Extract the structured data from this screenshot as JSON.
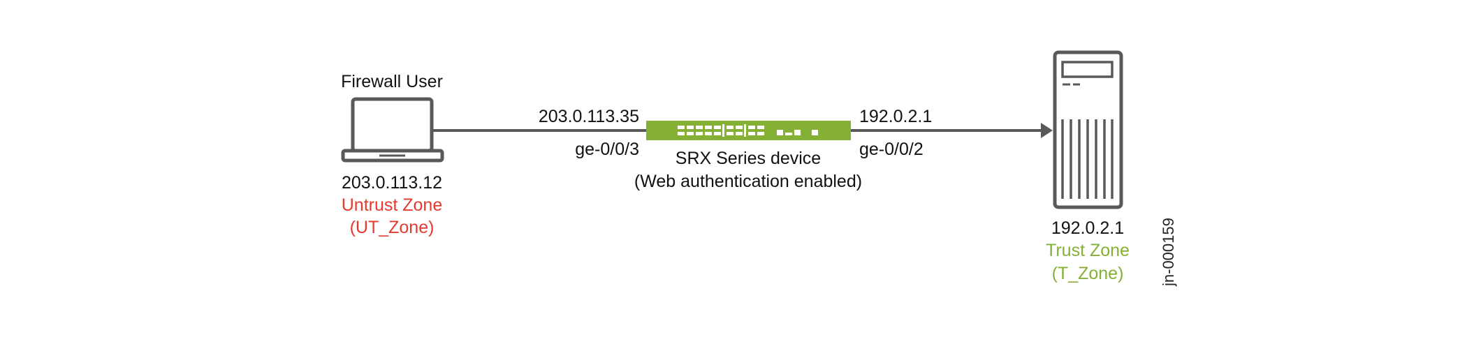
{
  "user": {
    "title": "Firewall User",
    "ip": "203.0.113.12",
    "zone": "Untrust Zone",
    "zone_id": "(UT_Zone)"
  },
  "left_link": {
    "ip": "203.0.113.35",
    "interface": "ge-0/0/3"
  },
  "device": {
    "name": "SRX Series device",
    "note": "(Web authentication enabled)"
  },
  "right_link": {
    "ip": "192.0.2.1",
    "interface": "ge-0/0/2"
  },
  "server": {
    "ip": "192.0.2.1",
    "zone": "Trust Zone",
    "zone_id": "(T_Zone)"
  },
  "figure_id": "jn-000159",
  "colors": {
    "untrust": "#e8392f",
    "trust": "#84b135",
    "device": "#84b135",
    "icon": "#58595b"
  }
}
